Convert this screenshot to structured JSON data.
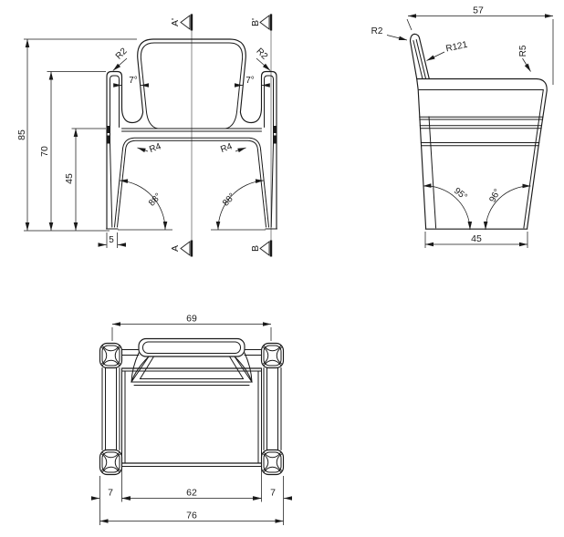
{
  "drawing_labels": {
    "front": {
      "h85": "85",
      "h70": "70",
      "h45": "45",
      "w5": "5",
      "angle7_l": "7°",
      "angle7_r": "7°",
      "r2_l": "R2",
      "r2_r": "R2",
      "r4_l": "R4",
      "r4_r": "R4",
      "a88_l": "88°",
      "a88_r": "88°",
      "secA_top": "A'",
      "secA_bot": "A",
      "secB_top": "B'",
      "secB_bot": "B"
    },
    "side": {
      "w57": "57",
      "w45": "45",
      "r2": "R2",
      "r121": "R121",
      "r5": "R5",
      "a95": "95°",
      "a96": "96°"
    },
    "plan": {
      "w69": "69",
      "w7_l": "7",
      "w62": "62",
      "w7_r": "7",
      "w76": "76"
    }
  },
  "colors": {
    "line": "#1a1a1a",
    "section_line": "#7d7d7d",
    "background": "#ffffff"
  }
}
